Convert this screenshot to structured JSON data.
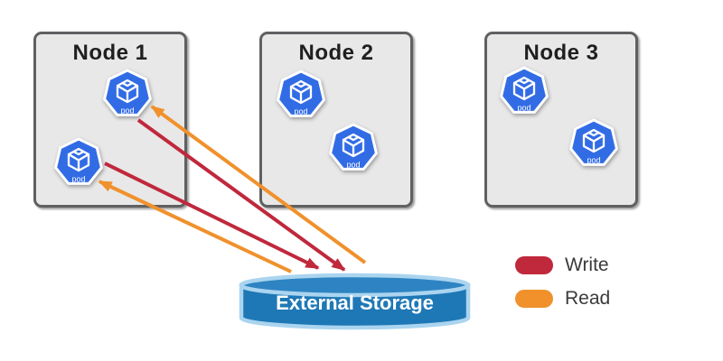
{
  "nodes": [
    {
      "label": "Node 1",
      "pods": [
        {
          "label": "pod"
        },
        {
          "label": "pod"
        }
      ]
    },
    {
      "label": "Node 2",
      "pods": [
        {
          "label": "pod"
        },
        {
          "label": "pod"
        }
      ]
    },
    {
      "label": "Node 3",
      "pods": [
        {
          "label": "pod"
        },
        {
          "label": "pod"
        }
      ]
    }
  ],
  "storage": {
    "label": "External Storage"
  },
  "legend": {
    "items": [
      {
        "label": "Write",
        "color_key": "write"
      },
      {
        "label": "Read",
        "color_key": "read"
      }
    ]
  },
  "arrows": [
    {
      "type": "write",
      "from": "node-1-pod-1",
      "to": "external-storage"
    },
    {
      "type": "write",
      "from": "node-1-pod-2",
      "to": "external-storage"
    },
    {
      "type": "read",
      "from": "external-storage",
      "to": "node-1-pod-1"
    },
    {
      "type": "read",
      "from": "external-storage",
      "to": "node-1-pod-2"
    }
  ],
  "colors": {
    "write": "#c0283c",
    "read": "#f0912c",
    "pod_blue": "#326ce5",
    "node_fill": "#e8e8e8",
    "node_border": "#5f6062",
    "storage_fill": "#1e78b6",
    "storage_top_fill": "#2e84c2",
    "storage_border": "#aad4ef",
    "legend_text": "#3a3a3a",
    "node_title_text": "#1f1f1f"
  }
}
